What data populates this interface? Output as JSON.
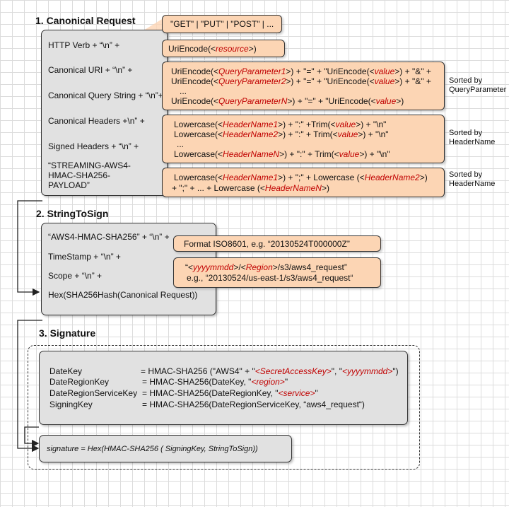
{
  "canonical_request": {
    "title": "1. Canonical Request",
    "rows": {
      "http_verb": "HTTP Verb + “\\n” +",
      "canonical_uri": "Canonical URI + “\\n” +",
      "canonical_query": "Canonical Query String + “\\n”+",
      "canonical_headers": "Canonical Headers +\\n” +",
      "signed_headers": "Signed Headers + “\\n” +",
      "payload_1": "“STREAMING-AWS4-",
      "payload_2": "HMAC-SHA256-",
      "payload_3": "PAYLOAD”"
    },
    "verb_values": "\"GET\" | \"PUT\" | \"POST\" | ...",
    "uri": {
      "pre": "UriEncode(<",
      "var": "resource",
      "post": ">)"
    },
    "query_lines": [
      {
        "a": "UriEncode(<",
        "var1": "QueryParameter1",
        "b": ">) + \"=\" + \"UriEncode(<",
        "var2": "value",
        "c": ">) + \"&\" +"
      },
      {
        "a": "UriEncode(<",
        "var1": "QueryParameter2",
        "b": ">) + \"=\" + \"UriEncode(<",
        "var2": "value",
        "c": ">) + \"&\" +"
      },
      {
        "a": "...",
        "var1": "",
        "b": "",
        "var2": "",
        "c": ""
      },
      {
        "a": "UriEncode(<",
        "var1": "QueryParameterN",
        "b": ">) + \"=\" + \"UriEncode(<",
        "var2": "value",
        "c": ">)"
      }
    ],
    "query_note_1": "Sorted by",
    "query_note_2": "QueryParameter",
    "header_lines": [
      {
        "a": "Lowercase(<",
        "var1": "HeaderName1",
        "b": ">) + \":\" +Trim(<",
        "var2": "value",
        "c": ">) + \"\\n\""
      },
      {
        "a": "Lowercase(<",
        "var1": "HeaderName2",
        "b": ">) + \":\" + Trim(<",
        "var2": "value",
        "c": ">) + \"\\n\""
      },
      {
        "a": "...",
        "var1": "",
        "b": "",
        "var2": "",
        "c": ""
      },
      {
        "a": "Lowercase(<",
        "var1": "HeaderNameN",
        "b": ">) + \":\" + Trim(<",
        "var2": "value",
        "c": ">) + \"\\n\""
      }
    ],
    "header_note_1": "Sorted by",
    "header_note_2": "HeaderName",
    "signed_line_1": {
      "a": "Lowercase(<",
      "var1": "HeaderName1",
      "b": ">) + \";\" + Lowercase (<",
      "var2": "HeaderName2",
      "c": ">)"
    },
    "signed_line_2": {
      "a": "+ \";\" + ... + Lowercase (<",
      "var1": "HeaderNameN",
      "b": ">)"
    },
    "signed_note_1": "Sorted by",
    "signed_note_2": "HeaderName"
  },
  "string_to_sign": {
    "title": "2. StringToSign",
    "rows": {
      "algorithm": "“AWS4-HMAC-SHA256” + “\\n” +",
      "timestamp": "TimeStamp + “\\n” +",
      "scope": "Scope + “\\n” +",
      "hash": "Hex(SHA256Hash(Canonical Request))"
    },
    "format_note": "Format ISO8601,  e.g. “20130524T000000Z”",
    "scope_line_1": {
      "a": "“<",
      "var1": "yyyymmdd",
      "b": ">/<",
      "var2": "Region",
      "c": ">/s3/aws4_request”"
    },
    "scope_line_2": "e.g., “20130524/us-east-1/s3/aws4_request“"
  },
  "signature": {
    "title": "3. Signature",
    "keys": {
      "date_key_label": "DateKey",
      "date_key_pre": "= HMAC-SHA256 (\"AWS4\" + \"",
      "date_key_var1": "<SecretAccessKey>",
      "date_key_mid": "\", \"",
      "date_key_var2": "<yyyymmdd>",
      "date_key_post": "\")",
      "region_key_label": "DateRegionKey",
      "region_key_pre": "= HMAC-SHA256(DateKey, \"",
      "region_key_var": "<region>",
      "region_key_post": "\"",
      "service_key_label": "DateRegionServiceKey",
      "service_key_pre": "= HMAC-SHA256(DateRegionKey, \"",
      "service_key_var": "<service>",
      "service_key_post": "\"",
      "signing_key_label": "SigningKey",
      "signing_key_value": "= HMAC-SHA256(DateRegionServiceKey, “aws4_request“)"
    },
    "formula": "signature =   Hex(HMAC-SHA256 ( SigningKey, StringToSign))"
  },
  "colors": {
    "gray_box": "#e1e1e1",
    "orange_box": "#fcd5b4",
    "variable_red": "#c00000",
    "grid": "#dcdcdc"
  }
}
